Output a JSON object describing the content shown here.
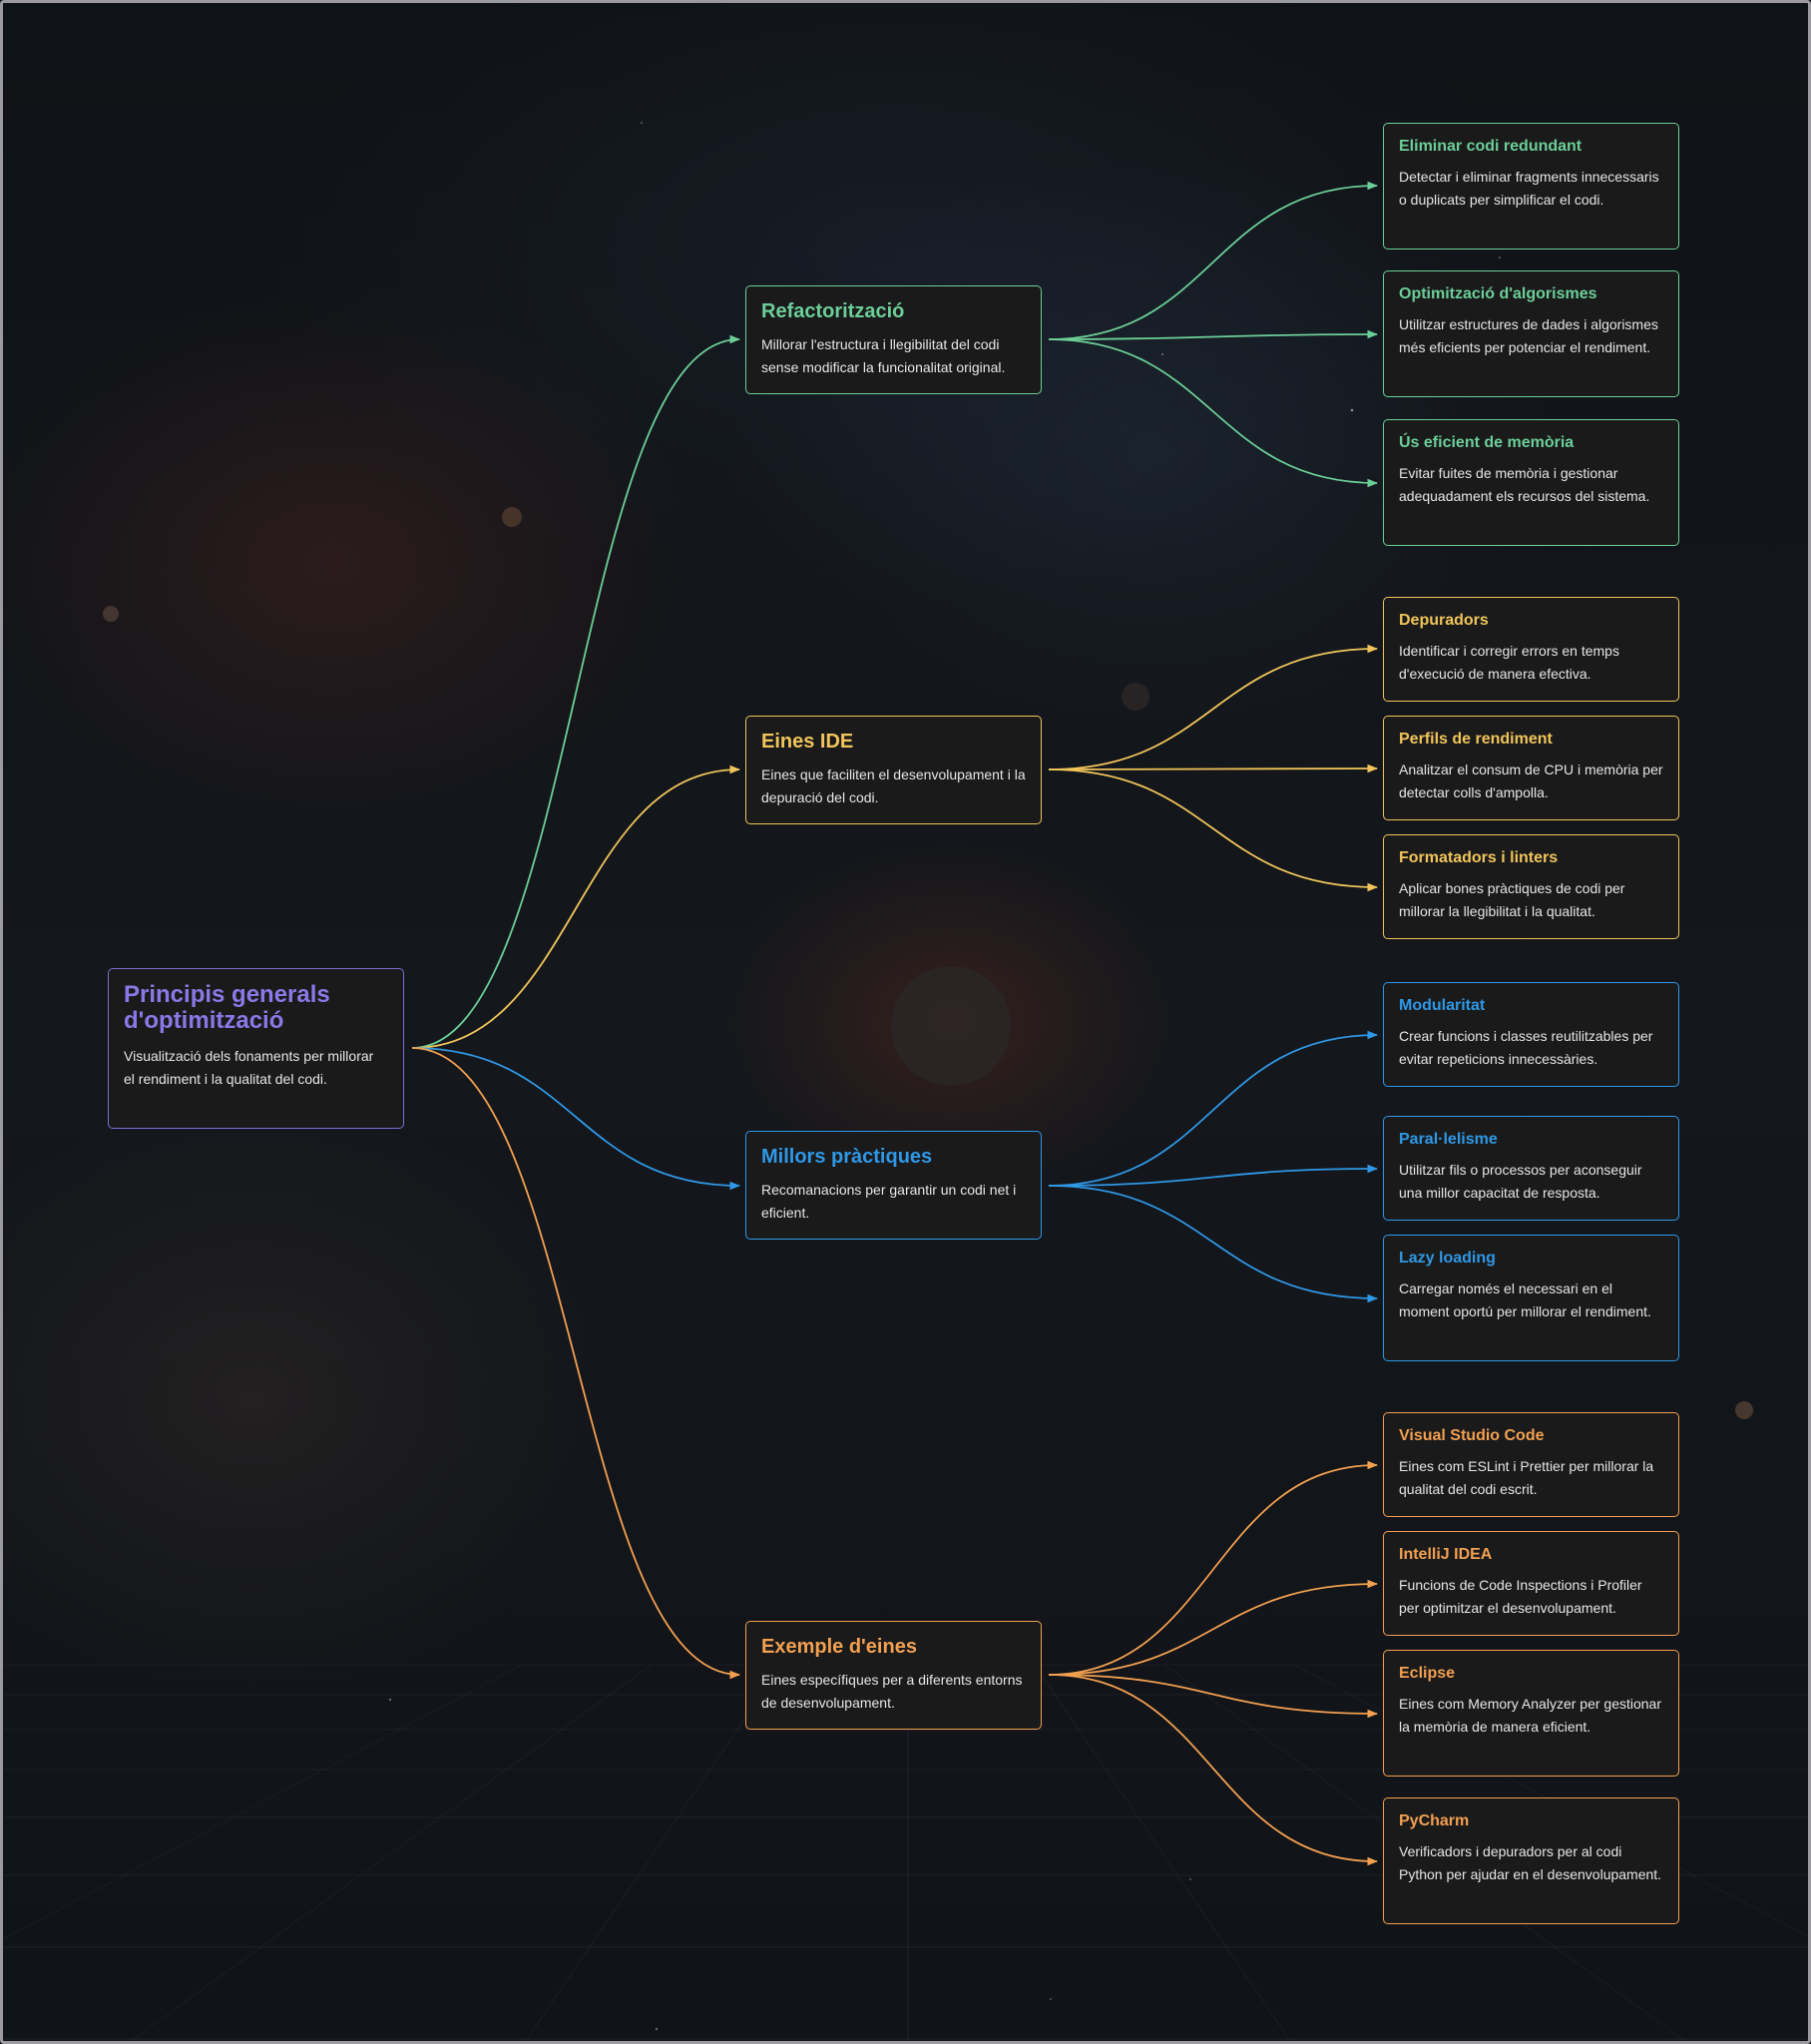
{
  "colors": {
    "root": "#8a78e6",
    "refactor": "#6ccf98",
    "ide": "#f1c55a",
    "practices": "#2f98e6",
    "tools": "#f3a050",
    "node_background": "#1a1a1b",
    "description_text": "#e6e6e6"
  },
  "root": {
    "title": "Principis generals d'optimització",
    "description": "Visualització dels fonaments per millorar el rendiment i la qualitat del codi."
  },
  "branches": [
    {
      "title": "Refactorització",
      "description": "Millorar l'estructura i llegibilitat del codi sense modificar la funcionalitat original.",
      "children": [
        {
          "title": "Eliminar codi redundant",
          "description": "Detectar i eliminar fragments innecessaris o duplicats per simplificar el codi."
        },
        {
          "title": "Optimització d'algorismes",
          "description": "Utilitzar estructures de dades i algorismes més eficients per potenciar el rendiment."
        },
        {
          "title": "Ús eficient de memòria",
          "description": "Evitar fuites de memòria i gestionar adequadament els recursos del sistema."
        }
      ]
    },
    {
      "title": "Eines IDE",
      "description": "Eines que faciliten el desenvolupament i la depuració del codi.",
      "children": [
        {
          "title": "Depuradors",
          "description": "Identificar i corregir errors en temps d'execució de manera efectiva."
        },
        {
          "title": "Perfils de rendiment",
          "description": "Analitzar el consum de CPU i memòria per detectar colls d'ampolla."
        },
        {
          "title": "Formatadors i linters",
          "description": "Aplicar bones pràctiques de codi per millorar la llegibilitat i la qualitat."
        }
      ]
    },
    {
      "title": "Millors pràctiques",
      "description": "Recomanacions per garantir un codi net i eficient.",
      "children": [
        {
          "title": "Modularitat",
          "description": "Crear funcions i classes reutilitzables per evitar repeticions innecessàries."
        },
        {
          "title": "Paral·lelisme",
          "description": "Utilitzar fils o processos per aconseguir una millor capacitat de resposta."
        },
        {
          "title": "Lazy loading",
          "description": "Carregar només el necessari en el moment oportú per millorar el rendiment."
        }
      ]
    },
    {
      "title": "Exemple d'eines",
      "description": "Eines específiques per a diferents entorns de desenvolupament.",
      "children": [
        {
          "title": "Visual Studio Code",
          "description": "Eines com ESLint i Prettier per millorar la qualitat del codi escrit."
        },
        {
          "title": "IntelliJ IDEA",
          "description": "Funcions de Code Inspections i Profiler per optimitzar el desenvolupament."
        },
        {
          "title": "Eclipse",
          "description": "Eines com Memory Analyzer per gestionar la memòria de manera eficient."
        },
        {
          "title": "PyCharm",
          "description": "Verificadors i depuradors per al codi Python per ajudar en el desenvolupament."
        }
      ]
    }
  ]
}
